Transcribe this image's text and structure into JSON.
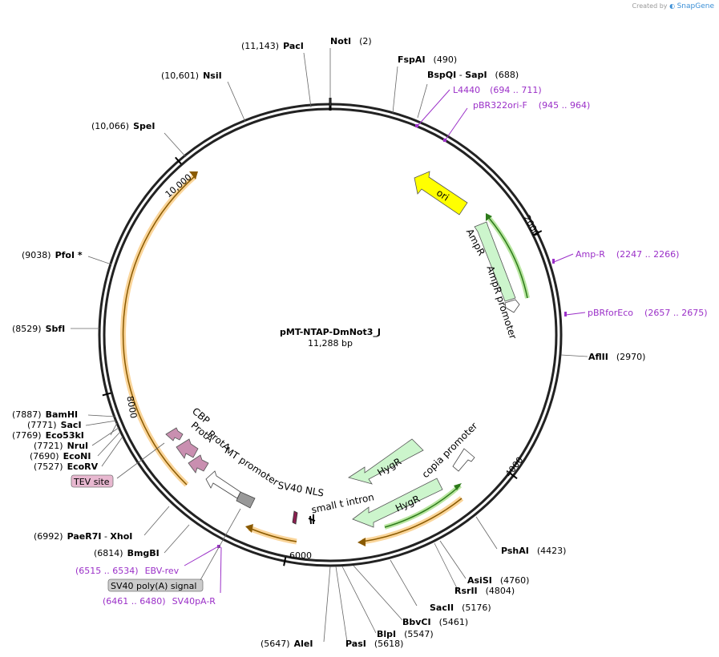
{
  "credit": {
    "prefix": "Created by",
    "brand": "SnapGene"
  },
  "plasmid": {
    "name": "pMT-NTAP-DmNot3_J",
    "length": "11,288 bp",
    "total_bp": 11288
  },
  "tick_labels": [
    "2000",
    "4000",
    "6000",
    "8000",
    "10,000"
  ],
  "enzymes": [
    {
      "name": "NotI",
      "pos": "(2)"
    },
    {
      "name": "PacI",
      "pos": "(11,143)"
    },
    {
      "name": "NsiI",
      "pos": "(10,601)"
    },
    {
      "name": "SpeI",
      "pos": "(10,066)"
    },
    {
      "name": "FspAI",
      "pos": "(490)"
    },
    {
      "name": "BspQI",
      "sep": " - ",
      "name2": "SapI",
      "pos": "(688)"
    },
    {
      "name": "PfoI *",
      "pos": "(9038)"
    },
    {
      "name": "SbfI",
      "pos": "(8529)"
    },
    {
      "name": "AflII",
      "pos": "(2970)"
    },
    {
      "name": "BamHI",
      "pos": "(7887)"
    },
    {
      "name": "SacI",
      "pos": "(7771)"
    },
    {
      "name": "Eco53kI",
      "pos": "(7769)"
    },
    {
      "name": "NruI",
      "pos": "(7721)"
    },
    {
      "name": "EcoNI",
      "pos": "(7690)"
    },
    {
      "name": "EcoRV",
      "pos": "(7527)"
    },
    {
      "name": "PaeR7I",
      "sep": " - ",
      "name2": "XhoI",
      "pos": "(6992)"
    },
    {
      "name": "BmgBI",
      "pos": "(6814)"
    },
    {
      "name": "PshAI",
      "pos": "(4423)"
    },
    {
      "name": "AsiSI",
      "pos": "(4760)"
    },
    {
      "name": "RsrII",
      "pos": "(4804)"
    },
    {
      "name": "SacII",
      "pos": "(5176)"
    },
    {
      "name": "BbvCI",
      "pos": "(5461)"
    },
    {
      "name": "BlpI",
      "pos": "(5547)"
    },
    {
      "name": "PasI",
      "pos": "(5618)"
    },
    {
      "name": "AleI",
      "pos": "(5647)"
    }
  ],
  "primers": [
    {
      "name": "L4440",
      "range": "(694 .. 711)"
    },
    {
      "name": "pBR322ori-F",
      "range": "(945 .. 964)"
    },
    {
      "name": "Amp-R",
      "range": "(2247 .. 2266)"
    },
    {
      "name": "pBRforEco",
      "range": "(2657 .. 2675)"
    },
    {
      "name": "EBV-rev",
      "range": "(6515 .. 6534)"
    },
    {
      "name": "SV40pA-R",
      "range": "(6461 .. 6480)"
    }
  ],
  "features": {
    "ori": "ori",
    "ampr": "AmpR",
    "ampr_promoter": "AmpR promoter",
    "copia_promoter": "copia promoter",
    "hygr_inner": "HygR",
    "hygr_outer": "HygR",
    "small_t_intron": "small t intron",
    "sv40_nls": "SV40 NLS",
    "mt_promoter": "MT promoter",
    "prota1": "ProtA",
    "prota2": "ProtA",
    "cbp": "CBP",
    "tev_site": "TEV site",
    "sv40_polya": "SV40 poly(A) signal"
  },
  "colors": {
    "ori": "#ffff00",
    "ampr": "#ccf5cc",
    "hygr": "#ccf5cc",
    "prota": "#c98fb0",
    "tev": "#e8b8d0",
    "primer": "#9b30c8",
    "orf_glow": "#fad59a",
    "orf_line": "#8a5a00",
    "backbone": "#222222"
  }
}
